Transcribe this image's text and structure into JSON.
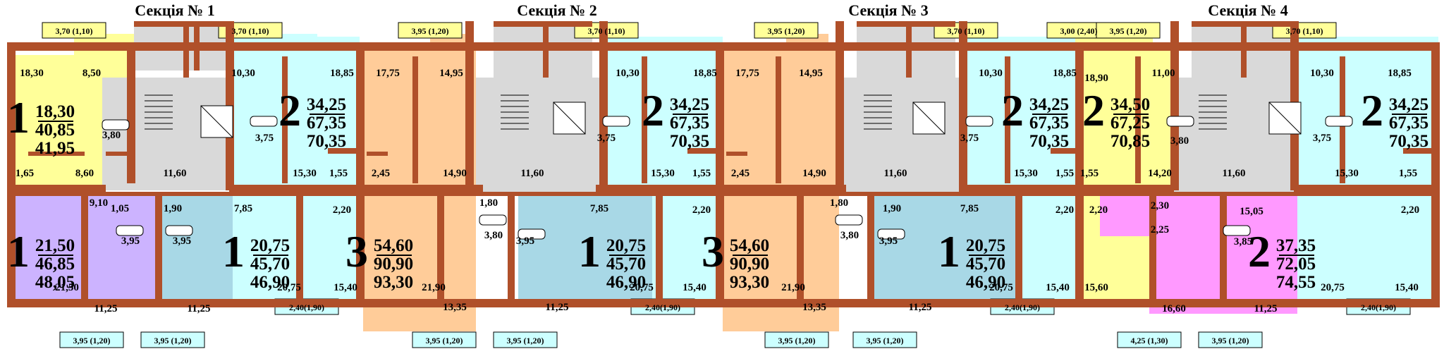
{
  "sections": [
    "Секція № 1",
    "Секція № 2",
    "Секція № 3",
    "Секція № 4"
  ],
  "colors": {
    "wall": "#b0502a",
    "yellow": "#ffff99",
    "cyan": "#ccffff",
    "peach": "#ffcc99",
    "purple": "#ccb3ff",
    "lightblue": "#a8d8e6",
    "pink": "#ff99ff",
    "stair": "#d9d9d9"
  },
  "apartments": [
    {
      "rooms": "1",
      "living": "18,30",
      "total": "40,85",
      "total_b": "41,95"
    },
    {
      "rooms": "2",
      "living": "34,25",
      "total": "67,35",
      "total_b": "70,35"
    },
    {
      "rooms": "1",
      "living": "21,50",
      "total": "46,85",
      "total_b": "48,05"
    },
    {
      "rooms": "1",
      "living": "20,75",
      "total": "45,70",
      "total_b": "46,90"
    },
    {
      "rooms": "2",
      "living": "34,25",
      "total": "67,35",
      "total_b": "70,35"
    },
    {
      "rooms": "3",
      "living": "54,60",
      "total": "90,90",
      "total_b": "93,30"
    },
    {
      "rooms": "1",
      "living": "20,75",
      "total": "45,70",
      "total_b": "46,90"
    },
    {
      "rooms": "2",
      "living": "34,25",
      "total": "67,35",
      "total_b": "70,35"
    },
    {
      "rooms": "3",
      "living": "54,60",
      "total": "90,90",
      "total_b": "93,30"
    },
    {
      "rooms": "1",
      "living": "20,75",
      "total": "45,70",
      "total_b": "46,90"
    },
    {
      "rooms": "2",
      "living": "34,50",
      "total": "67,25",
      "total_b": "70,85"
    },
    {
      "rooms": "2",
      "living": "34,25",
      "total": "67,35",
      "total_b": "70,35"
    },
    {
      "rooms": "2",
      "living": "37,35",
      "total": "72,05",
      "total_b": "74,55"
    }
  ],
  "rooms": [
    "18,30",
    "8,50",
    "10,30",
    "18,85",
    "3,80",
    "3,75",
    "1,65",
    "8,60",
    "11,60",
    "15,30",
    "1,55",
    "9,10",
    "1,05",
    "1,90",
    "7,85",
    "2,20",
    "3,95",
    "3,95",
    "20,75",
    "21,50",
    "15,40",
    "11,25",
    "11,25",
    "17,75",
    "14,95",
    "10,30",
    "18,85",
    "3,75",
    "2,45",
    "14,90",
    "11,60",
    "15,30",
    "1,55",
    "1,80",
    "7,85",
    "2,20",
    "3,80",
    "3,95",
    "20,75",
    "21,90",
    "15,40",
    "13,35",
    "11,25",
    "17,75",
    "14,95",
    "10,30",
    "18,85",
    "3,75",
    "2,45",
    "14,90",
    "11,60",
    "15,30",
    "1,55",
    "1,80",
    "1,90",
    "7,85",
    "2,20",
    "3,80",
    "3,95",
    "20,75",
    "21,90",
    "15,40",
    "13,35",
    "11,25",
    "18,90",
    "11,00",
    "10,30",
    "18,85",
    "3,80",
    "3,75",
    "1,55",
    "14,20",
    "11,60",
    "15,30",
    "1,55",
    "2,20",
    "2,30",
    "2,25",
    "15,05",
    "2,20",
    "3,85",
    "20,75",
    "15,60",
    "15,40",
    "16,60",
    "11,25"
  ],
  "balconies": [
    "3,70 (1,10)",
    "3,70 (1,10)",
    "3,95 (1,20)",
    "3,70 (1,10)",
    "3,95 (1,20)",
    "3,70 (1,10)",
    "3,00 (2,40)",
    "3,95 (1,20)",
    "3,70 (1,10)",
    "2,40(1,90)",
    "2,40(1,90)",
    "2,40(1,90)",
    "2,40(1,90)",
    "3,95 (1,20)",
    "3,95 (1,20)",
    "3,95 (1,20)",
    "3,95 (1,20)",
    "3,95 (1,20)",
    "3,95 (1,20)",
    "4,25 (1,30)",
    "3,95 (1,20)"
  ]
}
